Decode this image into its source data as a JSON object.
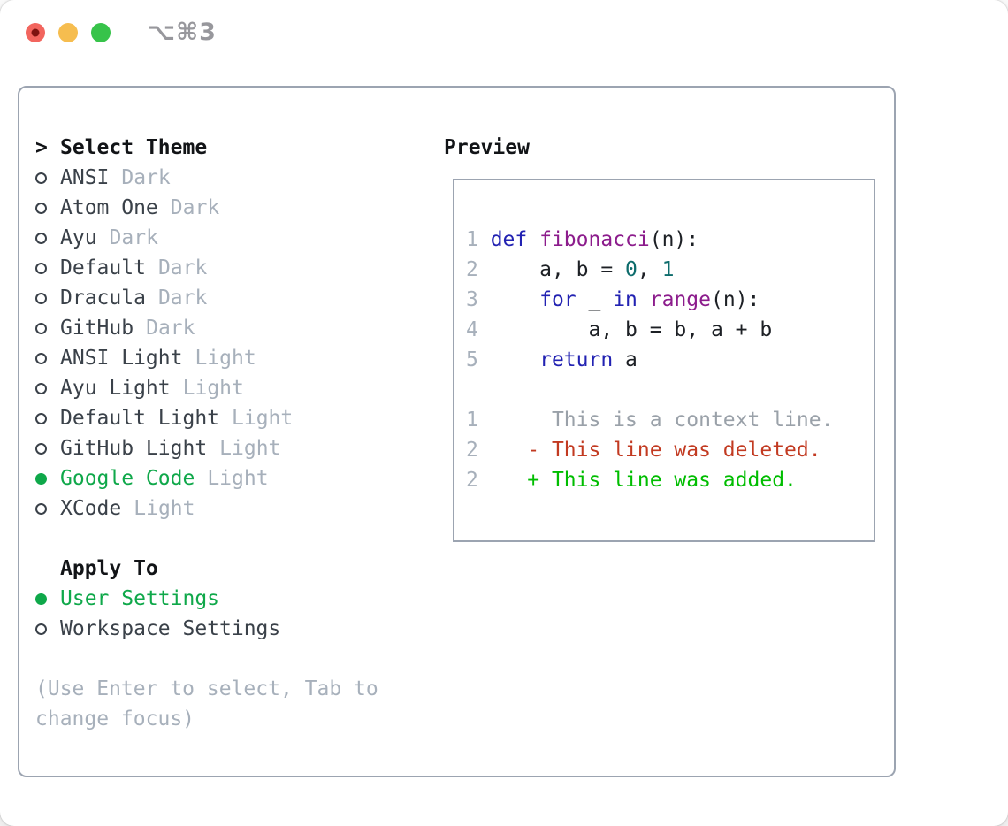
{
  "window": {
    "title_shortcut": "⌥⌘3",
    "traffic_lights": [
      {
        "name": "close-button",
        "color_key": "tl_red"
      },
      {
        "name": "minimize-button",
        "color_key": "tl_yellow"
      },
      {
        "name": "zoom-button",
        "color_key": "tl_green"
      }
    ]
  },
  "colors": {
    "accent": "#0fa84a",
    "item": "#3a4149",
    "header": "#121417",
    "muted": "#a7b0bb",
    "border": "#9ca4b1",
    "title": "#97979c",
    "tl_red": "#f2655e",
    "tl_red_dot": "#7d1310",
    "tl_yellow": "#f6bd4f",
    "tl_green": "#37c34a",
    "kw": "#2222b2",
    "fn": "#8c1c8c",
    "num": "#0e6c6c",
    "pl": "#1d2025",
    "ln": "#a7b0bb",
    "ctx": "#9aa1a9",
    "del": "#c23a21",
    "add": "#00bd00"
  },
  "theme_selector": {
    "header": "Select Theme",
    "header_prefix": ">",
    "items": [
      {
        "name": "ANSI",
        "appearance": "Dark",
        "selected": false
      },
      {
        "name": "Atom One",
        "appearance": "Dark",
        "selected": false
      },
      {
        "name": "Ayu",
        "appearance": "Dark",
        "selected": false
      },
      {
        "name": "Default",
        "appearance": "Dark",
        "selected": false
      },
      {
        "name": "Dracula",
        "appearance": "Dark",
        "selected": false
      },
      {
        "name": "GitHub",
        "appearance": "Dark",
        "selected": false
      },
      {
        "name": "ANSI Light",
        "appearance": "Light",
        "selected": false
      },
      {
        "name": "Ayu Light",
        "appearance": "Light",
        "selected": false
      },
      {
        "name": "Default Light",
        "appearance": "Light",
        "selected": false
      },
      {
        "name": "GitHub Light",
        "appearance": "Light",
        "selected": false
      },
      {
        "name": "Google Code",
        "appearance": "Light",
        "selected": true
      },
      {
        "name": "XCode",
        "appearance": "Light",
        "selected": false
      }
    ]
  },
  "apply_to": {
    "header": "Apply To",
    "options": [
      {
        "name": "User Settings",
        "selected": true
      },
      {
        "name": "Workspace Settings",
        "selected": false
      }
    ]
  },
  "help_lines": [
    "(Use Enter to select, Tab to",
    "change focus)"
  ],
  "preview": {
    "title": "Preview",
    "lines": [
      {
        "kind": "code",
        "segments": [
          [
            "1 ",
            "ln"
          ],
          [
            "def",
            "kw"
          ],
          [
            " ",
            "pl"
          ],
          [
            "fibonacci",
            "fn"
          ],
          [
            "(n):",
            "pl"
          ]
        ]
      },
      {
        "kind": "code",
        "segments": [
          [
            "2 ",
            "ln"
          ],
          [
            "    a, b = ",
            "pl"
          ],
          [
            "0",
            "num"
          ],
          [
            ", ",
            "pl"
          ],
          [
            "1",
            "num"
          ]
        ]
      },
      {
        "kind": "code",
        "segments": [
          [
            "3 ",
            "ln"
          ],
          [
            "    ",
            "pl"
          ],
          [
            "for",
            "kw"
          ],
          [
            " _ ",
            "pl"
          ],
          [
            "in",
            "kw"
          ],
          [
            " ",
            "pl"
          ],
          [
            "range",
            "fn"
          ],
          [
            "(n):",
            "pl"
          ]
        ]
      },
      {
        "kind": "code",
        "segments": [
          [
            "4 ",
            "ln"
          ],
          [
            "        a, b = b, a + b",
            "pl"
          ]
        ]
      },
      {
        "kind": "code",
        "segments": [
          [
            "5 ",
            "ln"
          ],
          [
            "    ",
            "pl"
          ],
          [
            "return",
            "kw"
          ],
          [
            " a",
            "pl"
          ]
        ]
      },
      {
        "kind": "blank",
        "segments": []
      },
      {
        "kind": "diff-context",
        "segments": [
          [
            "1 ",
            "ln"
          ],
          [
            "     This is a context line.",
            "ctx"
          ]
        ]
      },
      {
        "kind": "diff-deletion",
        "segments": [
          [
            "2 ",
            "ln"
          ],
          [
            "   - This line was deleted.",
            "del"
          ]
        ]
      },
      {
        "kind": "diff-addition",
        "segments": [
          [
            "2 ",
            "ln"
          ],
          [
            "   + This line was added.",
            "add"
          ]
        ]
      }
    ]
  }
}
